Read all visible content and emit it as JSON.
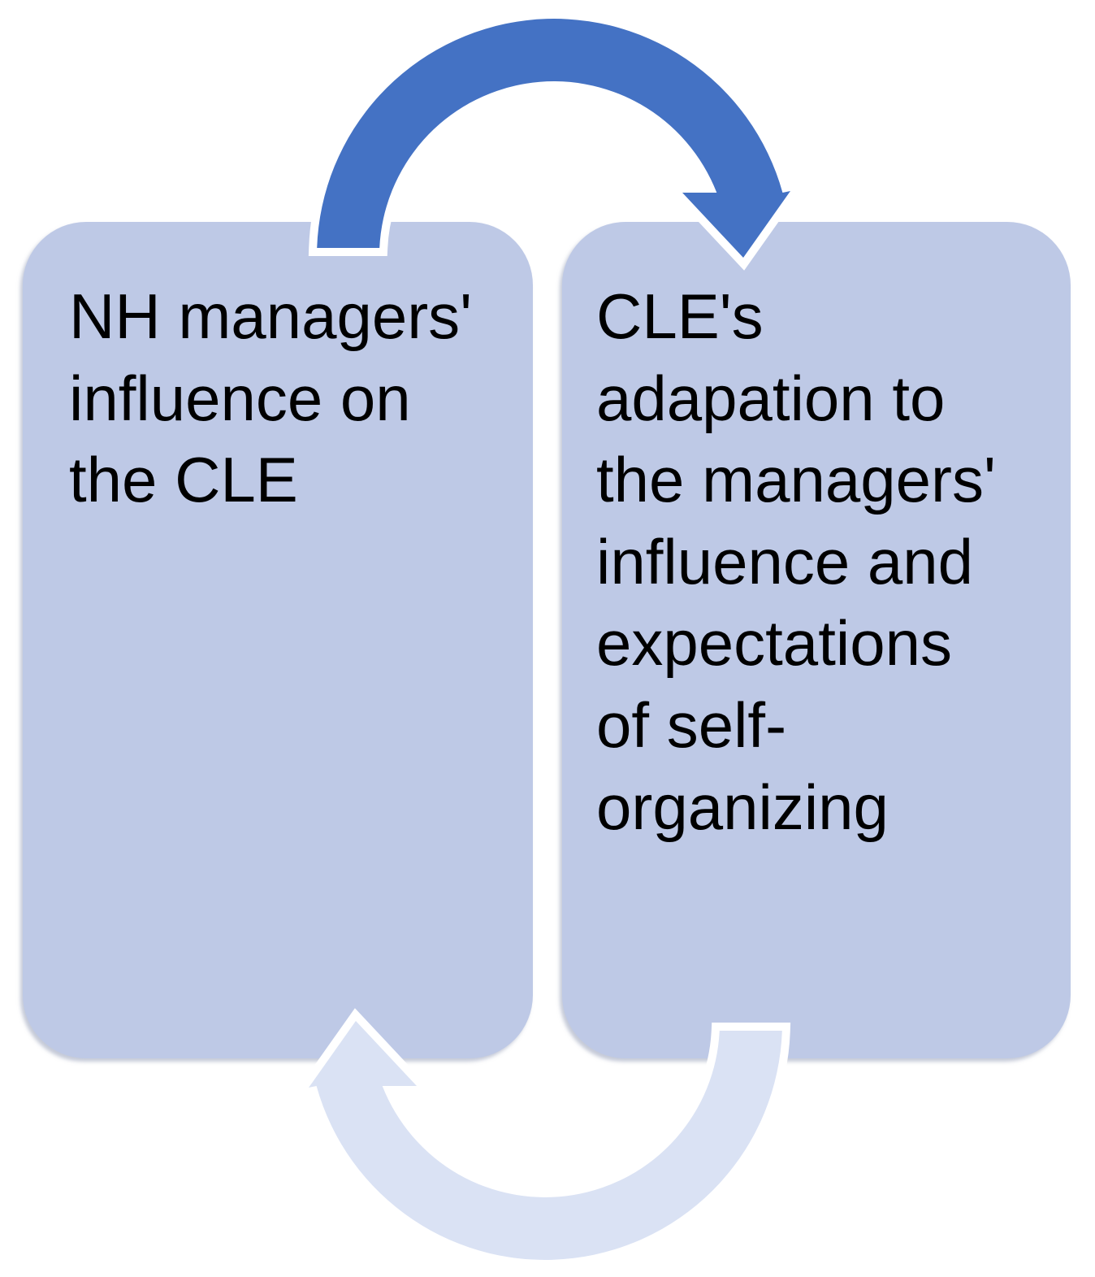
{
  "diagram": {
    "type": "cycle-diagram",
    "boxes": [
      {
        "id": "left",
        "text": "NH managers'\ninfluence on\nthe CLE"
      },
      {
        "id": "right",
        "text": "CLE's\nadapation to\nthe managers'\ninfluence and\nexpectations\nof self-\norganizing"
      }
    ],
    "arrows": [
      {
        "id": "top",
        "icon": "curved-arrow-clockwise-icon",
        "from": "left-box",
        "to": "right-box",
        "color": "#4472C4"
      },
      {
        "id": "bottom",
        "icon": "curved-arrow-counterclockwise-icon",
        "from": "right-box",
        "to": "left-box",
        "color": "#DAE2F4"
      }
    ],
    "colors": {
      "box_fill": "#BEC9E6",
      "top_arrow": "#4472C4",
      "bottom_arrow": "#DAE2F4",
      "arrow_outline": "#FFFFFF",
      "text": "#000000",
      "background": "#FFFFFF"
    }
  }
}
